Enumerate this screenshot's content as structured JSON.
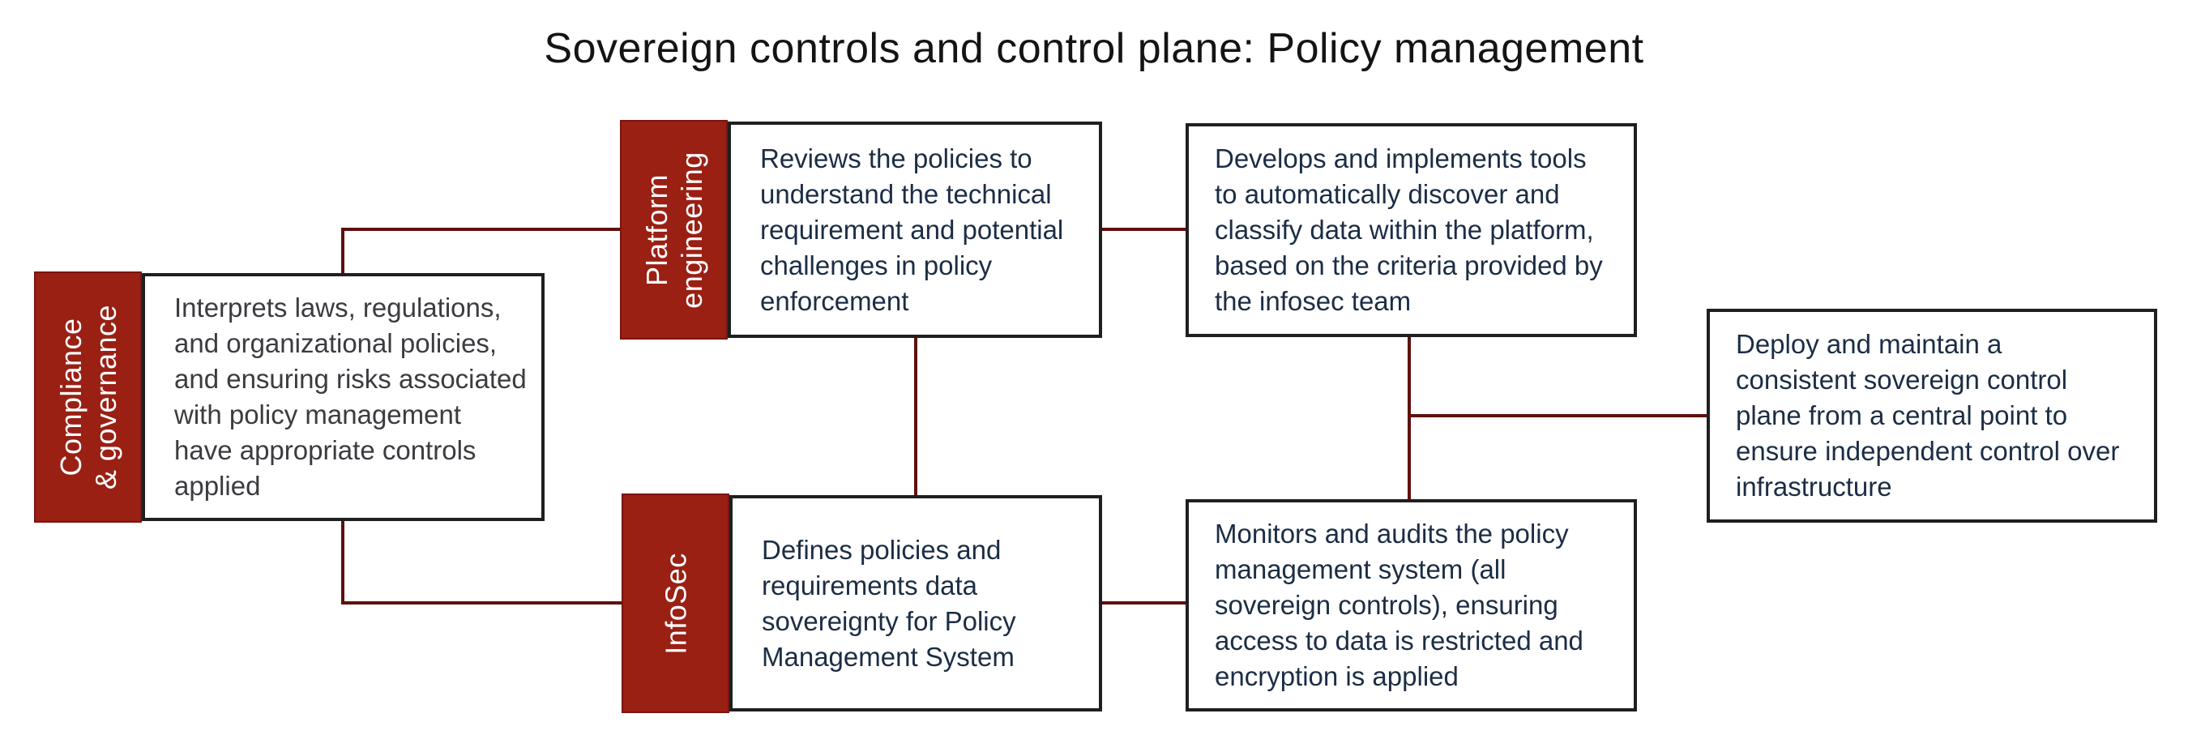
{
  "title": "Sovereign controls and control plane: Policy management",
  "colors": {
    "page_bg": "#ffffff",
    "strip_red": "#9a2014",
    "strip_border": "#7a150e",
    "connector": "#5e110d",
    "box_border": "#1f1f1f",
    "box_bg": "#ffffff",
    "body_text_navy": "#1c2d44",
    "body_text_gray": "#3b3b40",
    "strip_text": "#ffffff",
    "title_text": "#141414"
  },
  "roles": {
    "compliance": {
      "label": "Compliance\n& governance"
    },
    "platform": {
      "label": "Platform\nengineering"
    },
    "infosec": {
      "label": "InfoSec"
    }
  },
  "boxes": {
    "compliance": {
      "text": "Interprets laws, regulations,\nand organizational policies,\nand ensuring risks associated\nwith policy management\nhave appropriate controls\napplied"
    },
    "platform": {
      "text": "Reviews the policies to\nunderstand the technical\nrequirement and potential\nchallenges in policy\nenforcement"
    },
    "develops": {
      "text": "Develops and implements tools\nto automatically discover and\nclassify data within the platform,\nbased on the criteria provided by\nthe infosec team"
    },
    "infosec": {
      "text": "Defines policies and\nrequirements data\nsovereignty for Policy\nManagement System"
    },
    "monitors": {
      "text": "Monitors and audits the policy\nmanagement system (all\nsovereign controls), ensuring\naccess to data is restricted and\nencryption is applied"
    },
    "deploy": {
      "text": "Deploy and maintain a\nconsistent sovereign control\nplane from a central point to\nensure independent control over\ninfrastructure"
    }
  }
}
